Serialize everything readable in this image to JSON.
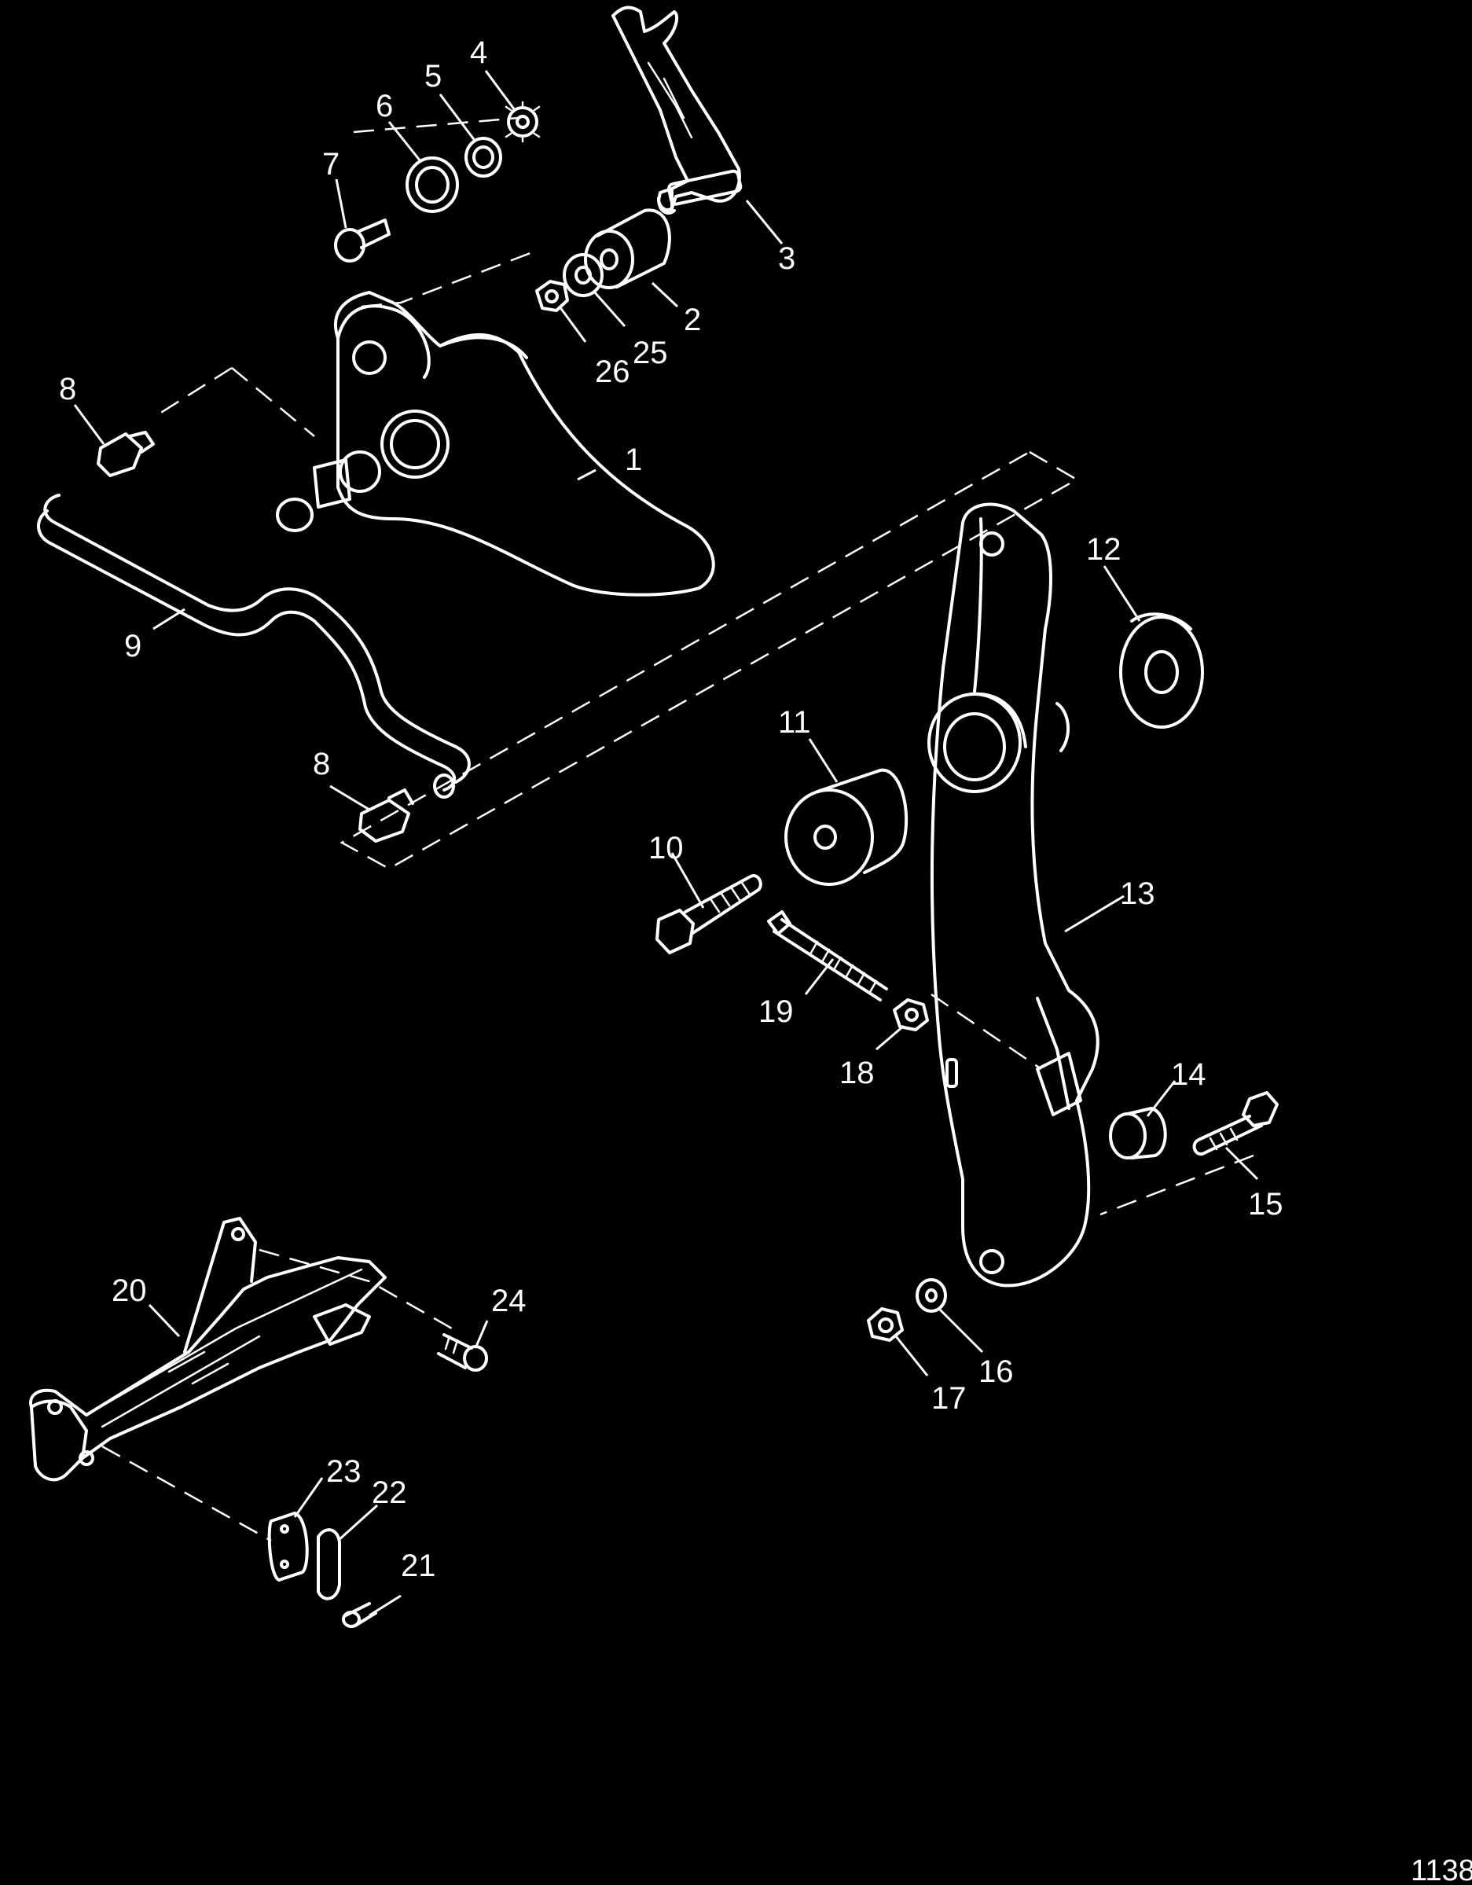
{
  "figure_number": "1138",
  "callouts": [
    "1",
    "2",
    "3",
    "4",
    "5",
    "6",
    "7",
    "8",
    "8",
    "9",
    "10",
    "11",
    "12",
    "13",
    "14",
    "15",
    "16",
    "17",
    "18",
    "19",
    "20",
    "21",
    "22",
    "23",
    "24",
    "25",
    "26"
  ],
  "colors": {
    "background": "#000000",
    "line": "#ffffff"
  }
}
